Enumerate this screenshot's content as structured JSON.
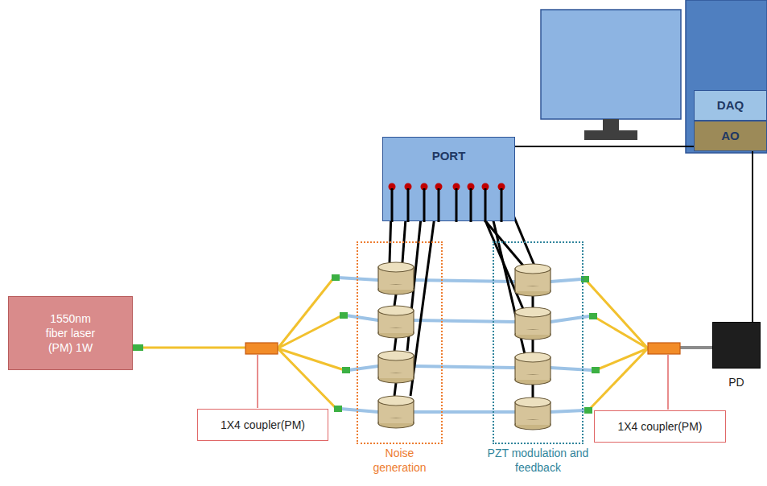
{
  "diagram": {
    "nodes": [
      {
        "text": [
          "DAQ"
        ]
      },
      {
        "text": [
          "AO"
        ]
      },
      {
        "text": [
          "PORT"
        ]
      },
      {
        "text": [
          "1550nm fiber laser (PM) 1W"
        ]
      },
      {
        "text": [
          "1X4 coupler(PM)"
        ]
      },
      {
        "text": [
          "Noise generation"
        ]
      },
      {
        "text": [
          "PZT modulation and feedback"
        ]
      },
      {
        "text": [
          "1X4 coupler(PM)"
        ]
      },
      {
        "text": [
          "PD"
        ]
      }
    ],
    "edges": [
      {
        "from": 2,
        "to": 1,
        "arrow": "none"
      },
      {
        "from": 8,
        "to": 1,
        "arrow": "none"
      }
    ]
  }
}
